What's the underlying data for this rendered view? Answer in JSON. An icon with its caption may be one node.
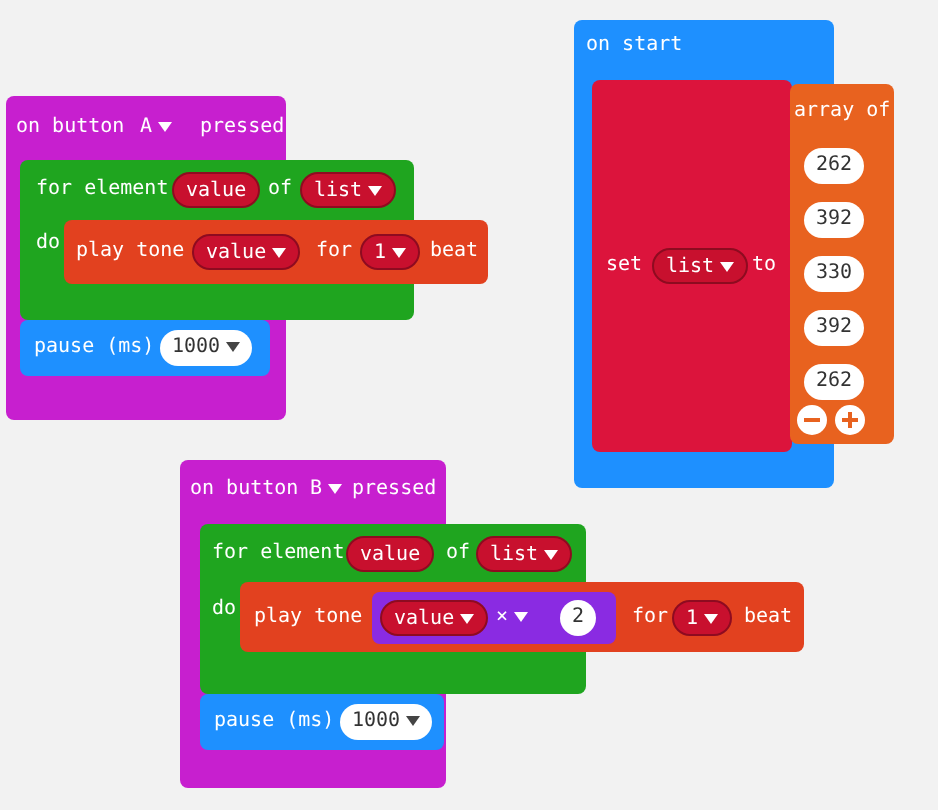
{
  "diagram": {
    "nodes": [
      {
        "text": [
          "on button",
          "A",
          "pressed"
        ]
      },
      {
        "text": [
          "for element",
          "value",
          "of",
          "list",
          "do"
        ]
      },
      {
        "text": [
          "play tone",
          "value",
          "for",
          "1",
          "beat"
        ]
      },
      {
        "text": [
          "pause (ms)",
          "1000"
        ],
        "in": 0
      },
      {
        "text": [
          "on start"
        ]
      },
      {
        "text": [
          "set",
          "list",
          "to"
        ],
        "in": 4
      },
      {
        "text": [
          "array of",
          "262",
          "392",
          "330",
          "392",
          "262"
        ]
      },
      {
        "text": [
          "on button",
          "B",
          "pressed"
        ]
      },
      {
        "text": [
          "for element",
          "value",
          "of",
          "list",
          "do"
        ]
      },
      {
        "text": [
          "play tone",
          "for",
          "1",
          "beat"
        ]
      },
      {
        "text": [
          "value",
          "×",
          "2"
        ],
        "in": 9
      },
      {
        "text": [
          "pause (ms)",
          "1000"
        ],
        "in": 7
      }
    ]
  }
}
